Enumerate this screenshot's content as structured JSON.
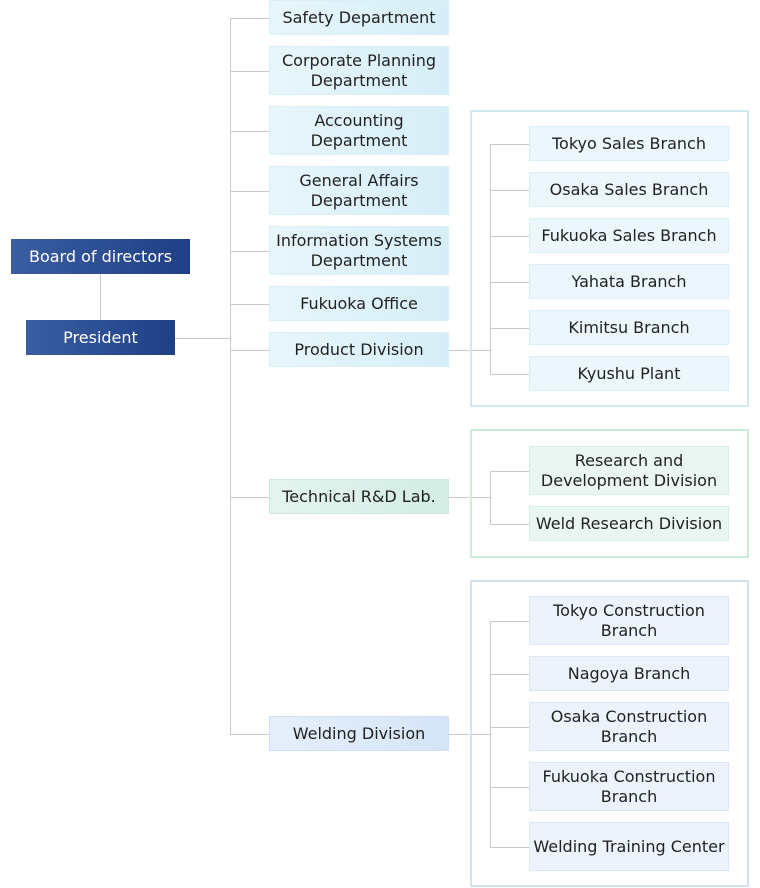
{
  "executives": {
    "board": "Board of directors",
    "president": "President"
  },
  "departments": [
    "Safety Department",
    "Corporate Planning Department",
    "Accounting Department",
    "General Affairs Department",
    "Information Systems Department",
    "Fukuoka Office",
    "Product Division",
    "Technical R&D Lab.",
    "Welding Division"
  ],
  "product_division_units": [
    "Tokyo Sales Branch",
    "Osaka Sales Branch",
    "Fukuoka Sales Branch",
    "Yahata Branch",
    "Kimitsu Branch",
    "Kyushu Plant"
  ],
  "rd_lab_units": [
    "Research and Development Division",
    "Weld Research Division"
  ],
  "welding_division_units": [
    "Tokyo Construction Branch",
    "Nagoya Branch",
    "Osaka Construction Branch",
    "Fukuoka Construction Branch",
    "Welding Training Center"
  ],
  "colors": {
    "executive_fill": "#2a4c92",
    "connector": "#c8c8c8",
    "product_group_border": "#cfe8f2",
    "rd_group_border": "#cdebd9",
    "welding_group_border": "#d3e1f1"
  }
}
